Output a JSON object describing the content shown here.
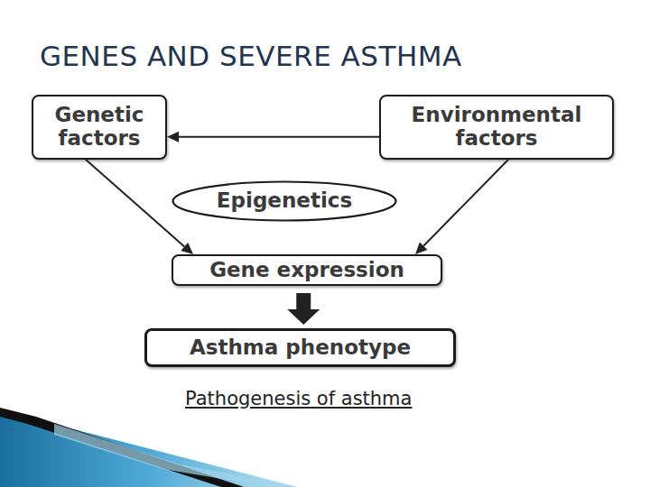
{
  "diagram": {
    "title": "GENES AND SEVERE ASTHMA",
    "caption": "Pathogenesis of asthma",
    "nodes": [
      {
        "text": [
          "Genetic factors"
        ]
      },
      {
        "text": [
          "Environmental factors"
        ]
      },
      {
        "text": [
          "Epigenetics"
        ]
      },
      {
        "text": [
          "Gene expression"
        ]
      },
      {
        "text": [
          "Asthma phenotype"
        ]
      }
    ],
    "edges": [
      {
        "from": 1,
        "to": 0,
        "arrow": "to"
      },
      {
        "from": 0,
        "to": 3,
        "arrow": "to"
      },
      {
        "from": 1,
        "to": 3,
        "arrow": "to"
      },
      {
        "from": 3,
        "to": 4,
        "arrow": "to"
      }
    ]
  }
}
